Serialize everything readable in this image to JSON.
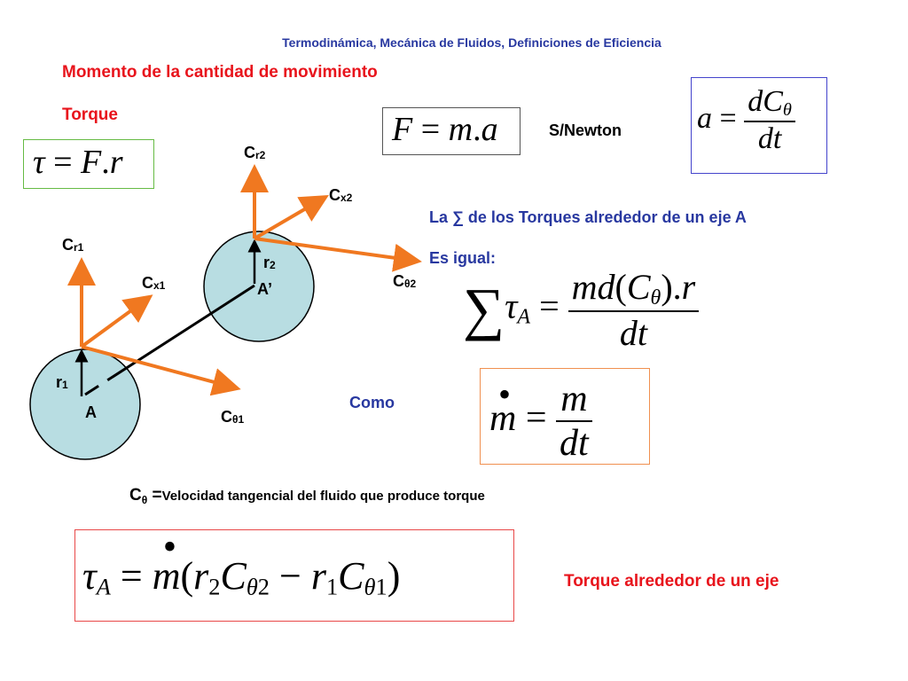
{
  "header": {
    "title": "Termodinámica, Mecánica de Fluidos, Definiciones de Eficiencia"
  },
  "headings": {
    "momento": "Momento de la cantidad de movimiento",
    "torque": "Torque",
    "torque_eje": "Torque alrededor de un eje"
  },
  "text": {
    "s_newton": "S/Newton",
    "la_suma": "La ∑ de los Torques alrededor de un eje A",
    "es_igual": "Es igual:",
    "como": "Como",
    "ctheta_symbol": "C",
    "ctheta_sub": "θ",
    "ctheta_def": "Velocidad tangencial del fluido que produce torque"
  },
  "diagram": {
    "labels": {
      "cr1": "C",
      "cr1_sub": "r1",
      "cx1": "C",
      "cx1_sub": "x1",
      "ct1": "C",
      "ct1_sub": "θ1",
      "cr2": "C",
      "cr2_sub": "r2",
      "cx2": "C",
      "cx2_sub": "x2",
      "ct2": "C",
      "ct2_sub": "θ2",
      "r1": "r",
      "r1_sub": "1",
      "r2": "r",
      "r2_sub": "2",
      "point_a": "A",
      "point_a2": "A’"
    },
    "colors": {
      "arrow": "#f07820",
      "circle": "#b8dde2"
    }
  },
  "colors": {
    "heading_red": "#e8141c",
    "header_blue": "#2838a0",
    "box_green": "#66bb44",
    "box_blue": "#4444cc",
    "box_orange": "#f09050",
    "box_red": "#e84848"
  }
}
